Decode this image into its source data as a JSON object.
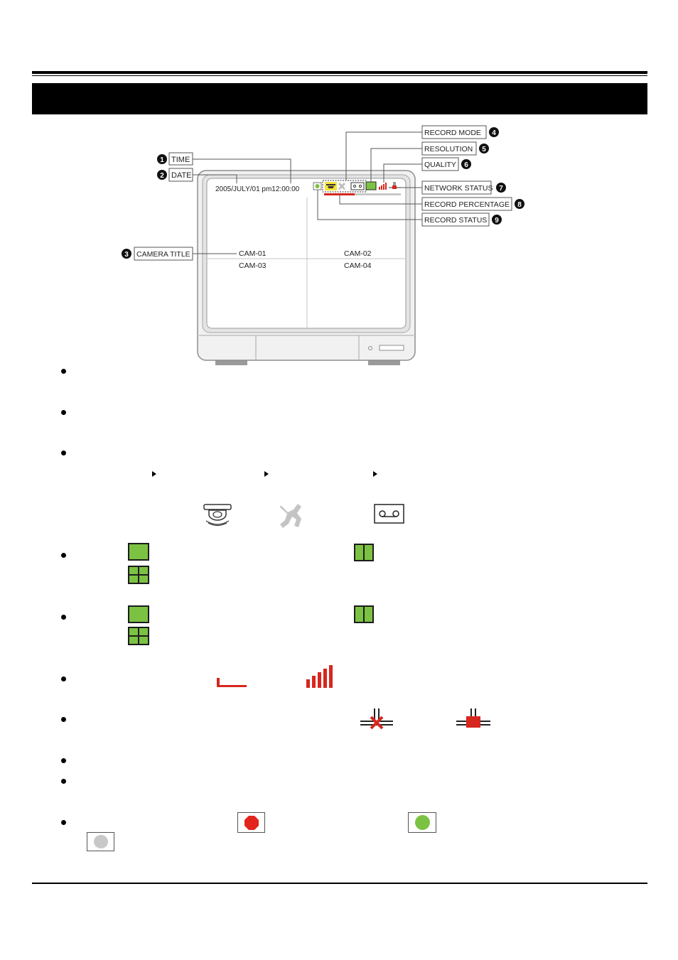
{
  "diagram": {
    "timestamp": "2005/JULY/01 pm12:00:00",
    "camera_titles": [
      "CAM-01",
      "CAM-02",
      "CAM-03",
      "CAM-04"
    ],
    "callouts": [
      {
        "num": "1",
        "label": "TIME"
      },
      {
        "num": "2",
        "label": "DATE"
      },
      {
        "num": "3",
        "label": "CAMERA TITLE"
      },
      {
        "num": "4",
        "label": "RECORD MODE"
      },
      {
        "num": "5",
        "label": "RESOLUTION"
      },
      {
        "num": "6",
        "label": "QUALITY"
      },
      {
        "num": "7",
        "label": "NETWORK STATUS"
      },
      {
        "num": "8",
        "label": "RECORD PERCENTAGE"
      },
      {
        "num": "9",
        "label": "RECORD STATUS"
      }
    ],
    "record_percentage": 0.4
  },
  "icons": {
    "record_mode": [
      "dome-camera-icon",
      "motion-figure-icon",
      "tape-icon"
    ],
    "resolution": [
      "single-screen-icon",
      "dual-screen-icon",
      "quad-screen-icon"
    ],
    "quality": [
      "quality-low-icon",
      "quality-high-icon"
    ],
    "network": [
      "network-disconnected-icon",
      "network-connected-icon"
    ],
    "record_status": [
      "recording-icon",
      "standby-icon",
      "idle-icon"
    ]
  },
  "colors": {
    "accent_red": "#d7261e",
    "accent_green": "#7cc242",
    "highlight_yellow": "#f5e23a",
    "idle_gray": "#c8c8c8"
  }
}
